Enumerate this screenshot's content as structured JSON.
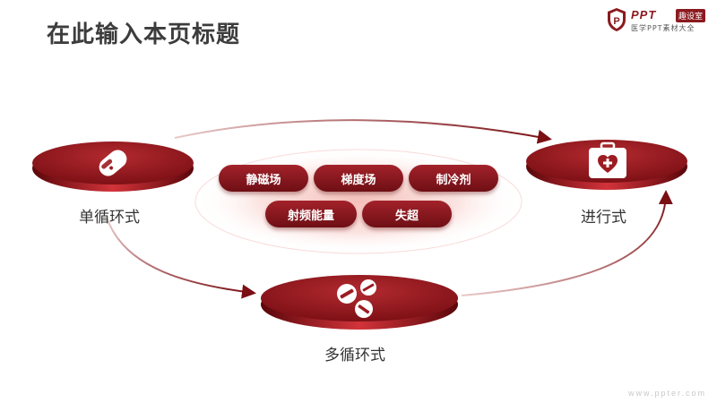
{
  "page": {
    "title": "在此输入本页标题",
    "footer": "www.ppter.com"
  },
  "logo": {
    "name": "PPT",
    "badge": "趣设室",
    "subtitle": "医学PPT素材大全"
  },
  "diagram": {
    "nodes": [
      {
        "label": "单循环式",
        "icon": "pill-capsule-icon"
      },
      {
        "label": "进行式",
        "icon": "first-aid-kit-icon"
      },
      {
        "label": "多循环式",
        "icon": "tablets-icon"
      }
    ],
    "methods": [
      {
        "label": "静磁场"
      },
      {
        "label": "梯度场"
      },
      {
        "label": "制冷剂"
      },
      {
        "label": "射频能量"
      },
      {
        "label": "失超"
      }
    ]
  },
  "colors": {
    "accent": "#8b1a1f",
    "accent_dark": "#6e0f15",
    "platform_top": "#9c1c22",
    "glow": "#f6c9c4",
    "title": "#3c3c3c"
  }
}
